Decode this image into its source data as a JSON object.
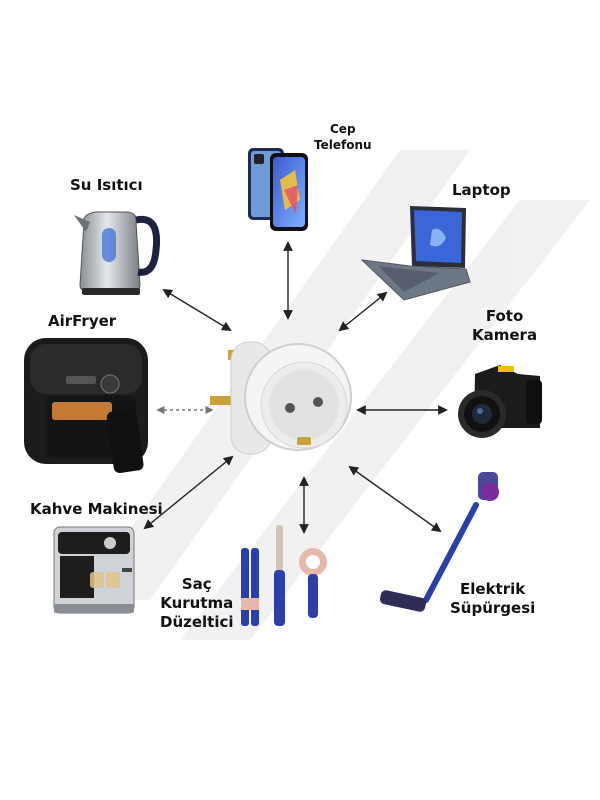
{
  "hub": {
    "icon": "uk-to-eu-plug-adapter-icon"
  },
  "devices": {
    "phone": {
      "lines": [
        "Cep",
        "Telefonu"
      ],
      "icon": "smartphone-icon"
    },
    "kettle": {
      "lines": [
        "Su Isıtıcı"
      ],
      "icon": "kettle-icon"
    },
    "laptop": {
      "lines": [
        "Laptop"
      ],
      "icon": "laptop-icon"
    },
    "airfryer": {
      "lines": [
        "AirFryer"
      ],
      "icon": "airfryer-icon"
    },
    "camera": {
      "lines": [
        "Foto",
        "Kamera"
      ],
      "icon": "camera-icon"
    },
    "coffee": {
      "lines": [
        "Kahve Makinesi"
      ],
      "icon": "coffee-machine-icon"
    },
    "hair": {
      "lines": [
        "Saç",
        "Kurutma",
        "Düzeltici"
      ],
      "icon": "hair-dryer-straightener-icon"
    },
    "vacuum": {
      "lines": [
        "Elektrik",
        "Süpürgesi"
      ],
      "icon": "vacuum-cleaner-icon"
    }
  },
  "colors": {
    "arrow": "#222222",
    "dashed_arrow": "#777777",
    "accent_blue": "#2a3fa8",
    "appliance_black": "#1d1d1d",
    "adapter_white": "#f3f3f3",
    "pin_gold": "#c9a23a"
  }
}
